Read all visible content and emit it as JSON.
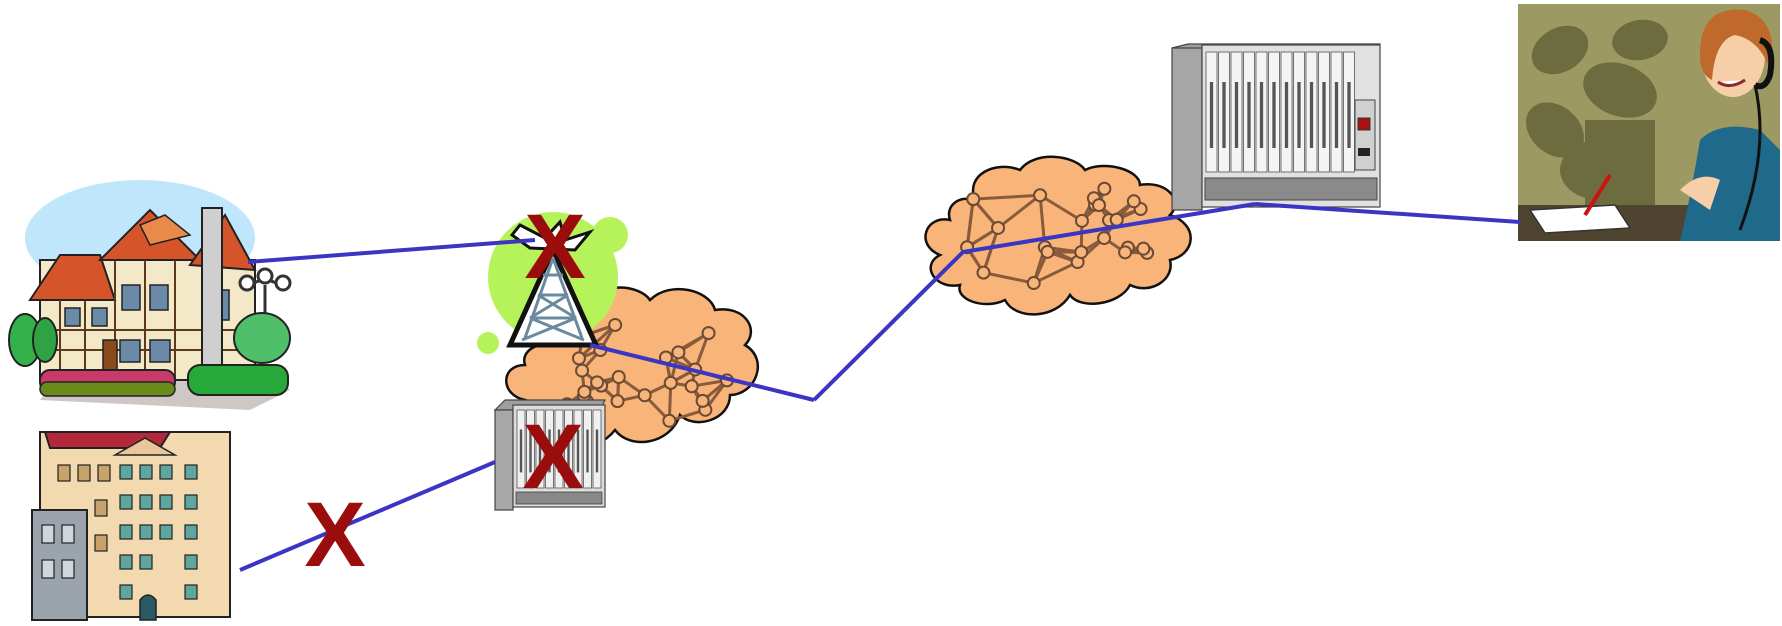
{
  "diagram": {
    "description_free": true,
    "colors": {
      "link": "#3b35c4",
      "failure_mark": "#9b0d0d",
      "cloud_fill": "#f9b47a",
      "cloud_mesh": "#8a5a3c",
      "equipment": "#c8c8c8",
      "tower_glow": "#b6f25a",
      "photo_bg": "#9c9a62"
    },
    "failure_glyph": "X",
    "nodes": [
      {
        "name": "house-icon"
      },
      {
        "name": "office-building-icon"
      },
      {
        "name": "radio-tower-icon"
      },
      {
        "name": "small-switch-rack-icon"
      },
      {
        "name": "network-cloud-left-icon"
      },
      {
        "name": "network-cloud-right-icon"
      },
      {
        "name": "large-switch-rack-icon"
      },
      {
        "name": "operator-photo-icon"
      }
    ],
    "failures": [
      {
        "name": "tower-failure-mark"
      },
      {
        "name": "rack-failure-mark"
      },
      {
        "name": "line-failure-mark"
      }
    ]
  }
}
